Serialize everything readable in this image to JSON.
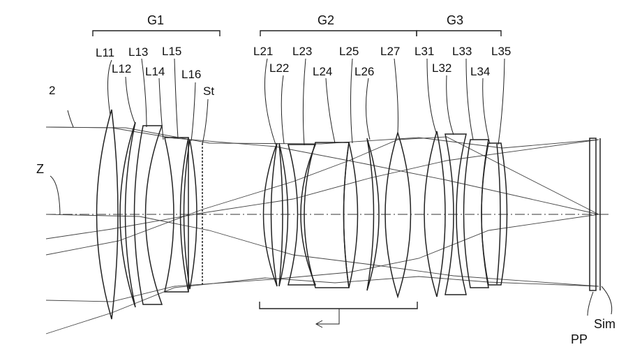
{
  "groups": [
    "G1",
    "G2",
    "G3"
  ],
  "lens_labels": {
    "l11": "L11",
    "l12": "L12",
    "l13": "L13",
    "l14": "L14",
    "l15": "L15",
    "l16": "L16",
    "st": "St",
    "l21": "L21",
    "l22": "L22",
    "l23": "L23",
    "l24": "L24",
    "l25": "L25",
    "l26": "L26",
    "l27": "L27",
    "l31": "L31",
    "l32": "L32",
    "l33": "L33",
    "l34": "L34",
    "l35": "L35"
  },
  "other_labels": {
    "ref_2": "2",
    "axis_z": "Z",
    "pp": "PP",
    "sim": "Sim"
  },
  "colors": {
    "line": "#222222",
    "background": "#ffffff"
  }
}
